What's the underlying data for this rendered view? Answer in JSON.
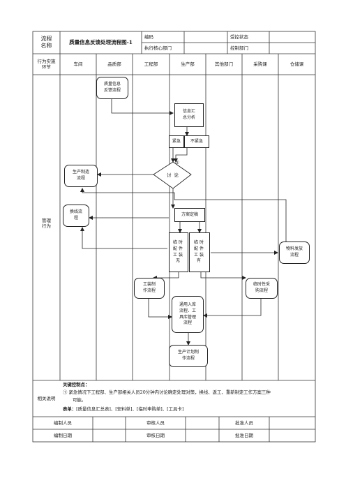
{
  "header": {
    "flow_name_label": "流程\n名称",
    "flow_title": "质量信息反馈处理流程图-1",
    "code_label": "编码",
    "control_status_label": "受控状态",
    "exec_dept_label": "执行核心部门",
    "control_dept_label": "控制部门"
  },
  "lanes": {
    "stage_label": "行为实施\n环节",
    "columns": [
      "车间",
      "品质部",
      "工程部",
      "生产部",
      "其他部门",
      "采购课",
      "仓储课"
    ]
  },
  "row_label": "管理\n行为",
  "diagram": {
    "feedback_flow": "质量信息\n反馈流程",
    "info_summary": "信息汇\n总分析",
    "urgent": "紧急",
    "not_urgent": "不紧急",
    "marker": "①",
    "discuss": "讨 论",
    "prod_mfg_flow": "生产制造\n流程",
    "line_change_flow": "换线流\n程",
    "plan_finalize": "方案定稿",
    "temp_no_tool": "临时\n配件\n工装\n无",
    "temp_has_tool": "临时\n配件\n工装\n有",
    "material_issue_flow": "物料发放\n流程",
    "tool_make_flow": "工装制\n作流程",
    "temp_purchase_flow": "临时性采\n购流程",
    "inout_flow": "通用入库\n流程、工\n具库管理\n流程",
    "prod_plan_flow": "生产计划制\n作流程"
  },
  "notes": {
    "label": "相关说明",
    "key_title": "关键控制点：",
    "key_point_1": "①  紧急情况下工程部、生产部相关人员20分钟内讨论确定处理对策，换线、返工、重新制定工作方案三种",
    "key_point_1b": "可能。",
    "forms_title": "表单：",
    "forms_text": "[质量信息汇总表]、[安料单]、[临时申购单]、[工具卡]"
  },
  "footer": {
    "prepared_by": "编制人员",
    "reviewed_by": "审核人员",
    "approved_by": "批准人员",
    "prepared_date": "编制日期",
    "reviewed_date": "审核日期",
    "approved_date": "批准日期"
  }
}
